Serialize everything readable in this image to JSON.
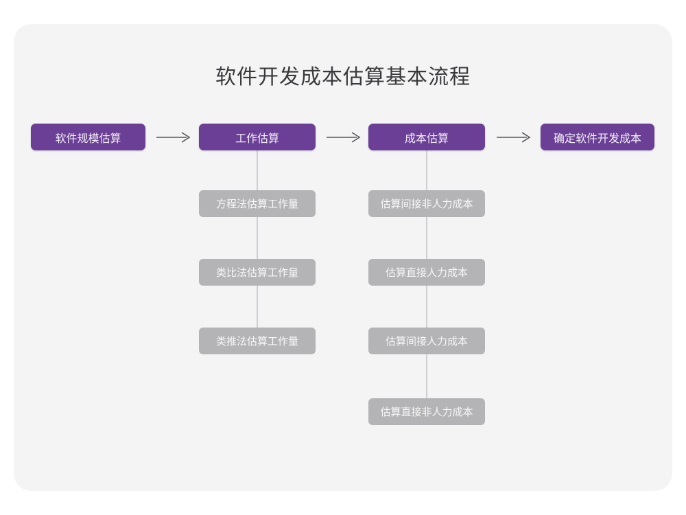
{
  "page": {
    "title": "软件开发成本估算基本流程",
    "background_color": "#ffffff",
    "card_color": "#f4f4f5",
    "title_color": "#3a3a3c"
  },
  "palette": {
    "stage_fill": "#6a3f95",
    "stage_text": "#f3eef8",
    "sub_fill": "#b4b4b6",
    "sub_text": "#f7f7f8",
    "connector": "#cfcfd2",
    "arrow": "#56565a"
  },
  "chart_data": {
    "type": "diagram",
    "title": "软件开发成本估算基本流程",
    "orientation": "left-to-right with vertical sub-branches",
    "stages": [
      {
        "id": "stage-1",
        "label": "软件规模估算",
        "substeps": []
      },
      {
        "id": "stage-2",
        "label": "工作估算",
        "substeps": [
          "方程法估算工作量",
          "类比法估算工作量",
          "类推法估算工作量"
        ]
      },
      {
        "id": "stage-3",
        "label": "成本估算",
        "substeps": [
          "估算间接非人力成本",
          "估算直接人力成本",
          "估算间接人力成本",
          "估算直接非人力成本"
        ]
      },
      {
        "id": "stage-4",
        "label": "确定软件开发成本",
        "substeps": []
      }
    ],
    "arrows": [
      {
        "from": "stage-1",
        "to": "stage-2",
        "glyph": "→"
      },
      {
        "from": "stage-2",
        "to": "stage-3",
        "glyph": "→"
      },
      {
        "from": "stage-3",
        "to": "stage-4",
        "glyph": "→"
      }
    ]
  }
}
